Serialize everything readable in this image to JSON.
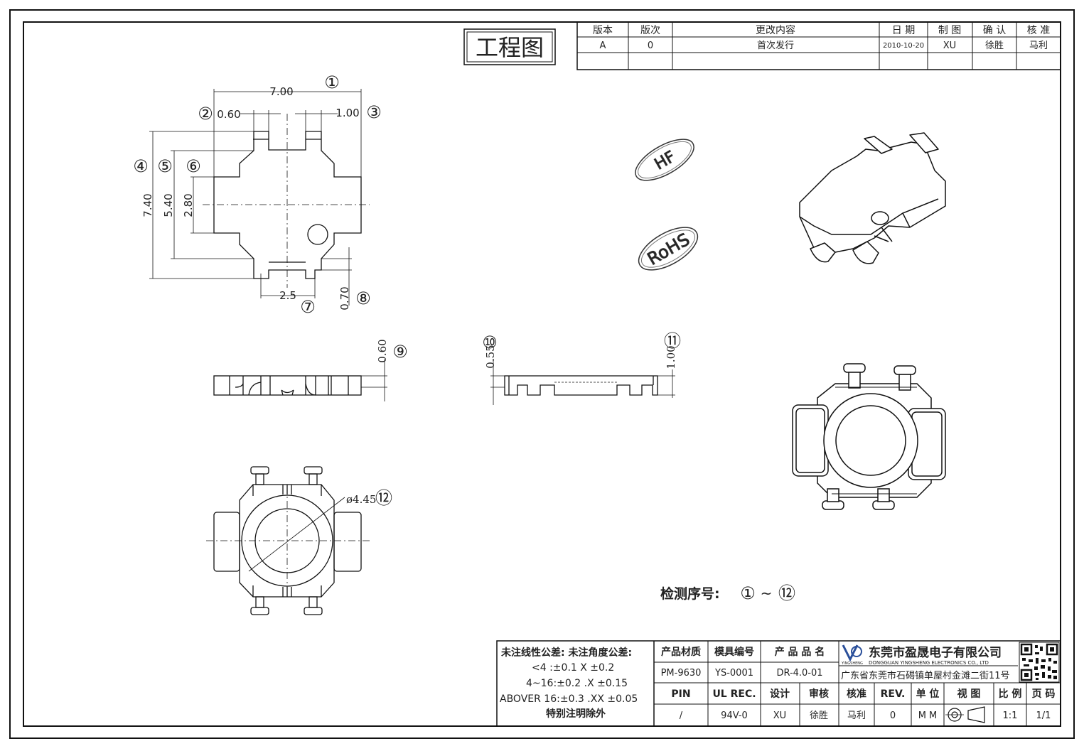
{
  "title": "工程图",
  "revision_table": {
    "headers": [
      "版本",
      "版次",
      "更改内容",
      "日 期",
      "制 图",
      "确 认",
      "核 准"
    ],
    "row": [
      "A",
      "0",
      "首次发行",
      "2010-10-20",
      "XU",
      "徐胜",
      "马利"
    ]
  },
  "top_view": {
    "dims": {
      "d1": "7.00",
      "d2": "0.60",
      "d3": "1.00",
      "d4": "7.40",
      "d5": "5.40",
      "d6": "2.80",
      "d7": "2.5",
      "d8": "0.70"
    },
    "markers": [
      "①",
      "②",
      "③",
      "④",
      "⑤",
      "⑥",
      "⑦",
      "⑧"
    ]
  },
  "side_view_1": {
    "dim": "0.60",
    "marker": "⑨"
  },
  "side_view_2": {
    "dim_left": "0.55",
    "marker_left": "⑩",
    "dim_right": "1.00",
    "marker_right": "⑪"
  },
  "bottom_view": {
    "dim": "ø4.45",
    "marker": "⑫"
  },
  "badges": {
    "hf": "HF",
    "rohs": "RoHS"
  },
  "inspection": {
    "label": "检测序号:",
    "from": "①",
    "sep": "~",
    "to": "⑫"
  },
  "title_block": {
    "tolerance": {
      "heading": "未注线性公差:  未注角度公差:",
      "l1": "<4 :±0.1  X ±0.2",
      "l2": "4~16:±0.2  .X ±0.15",
      "l3": "ABOVER 16:±0.3  .XX ±0.05",
      "l4": "特别注明除外"
    },
    "labels": {
      "material": "产品材质",
      "mold": "模具编号",
      "product": "产 品 品 名",
      "pin": "PIN",
      "ul": "UL REC.",
      "design": "设计",
      "review": "审核",
      "approve": "核准",
      "rev": "REV.",
      "unit": "单 位",
      "view": "视 图",
      "scale": "比 例",
      "page": "页 码"
    },
    "values": {
      "material": "PM-9630",
      "mold": "YS-0001",
      "product": "DR-4.0-01",
      "pin": "/",
      "ul": "94V-0",
      "design": "XU",
      "review": "徐胜",
      "approve": "马利",
      "rev": "0",
      "unit": "M M",
      "scale": "1:1",
      "page": "1/1"
    },
    "company": {
      "name": "东莞市盈晟电子有限公司",
      "brand": "YINGSHENG",
      "english": "DONGGUAN YINGSHENG ELECTRONICS CO., LTD",
      "address": "广东省东莞市石碣镇单屋村金滩二街11号"
    }
  }
}
